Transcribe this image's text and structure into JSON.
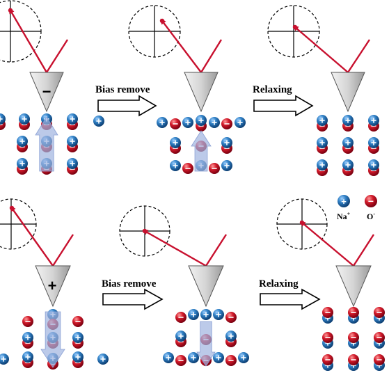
{
  "labels": {
    "bias_remove": "Bias remove",
    "relaxing": "Relaxing",
    "minus": "−",
    "plus": "+"
  },
  "legend": {
    "na_symbol": "+",
    "o_symbol": "−",
    "na_label": "Na",
    "na_sup": "+",
    "o_label": "O",
    "o_sup": "-"
  },
  "colors": {
    "na_blue": "#1f6fb3",
    "o_red": "#c8102e",
    "laser_red": "#c8102e",
    "arrow_fill": "#aebde0",
    "tip_gray": "#bdbdbd"
  }
}
